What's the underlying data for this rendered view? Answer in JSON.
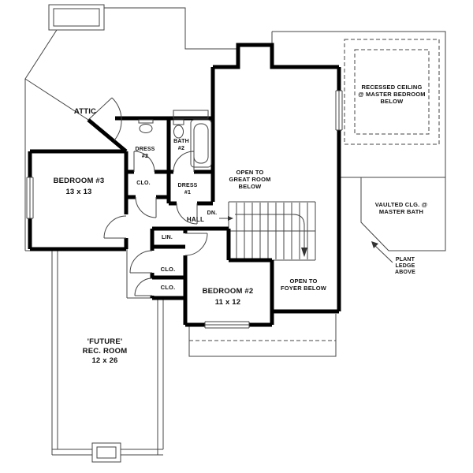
{
  "plan": {
    "attic": "ATTIC",
    "bedroom3": {
      "name": "BEDROOM #3",
      "dims": "13 x 13"
    },
    "bedroom2": {
      "name": "BEDROOM #2",
      "dims": "11 x 12"
    },
    "rec_room": {
      "line1": "'FUTURE'",
      "line2": "REC. ROOM",
      "line3": "12 x 26"
    },
    "bath2": {
      "line1": "BATH",
      "line2": "#2"
    },
    "dress2": {
      "line1": "DRESS",
      "line2": "#2"
    },
    "dress1": {
      "line1": "DRESS",
      "line2": "#1"
    },
    "hall": "HALL",
    "dn": "DN.",
    "lin": "LIN.",
    "clo_top": "CLO.",
    "clo_mid": "CLO.",
    "clo_low": "CLO.",
    "open_great": {
      "line1": "OPEN TO",
      "line2": "GREAT ROOM",
      "line3": "BELOW"
    },
    "open_foyer": {
      "line1": "OPEN TO",
      "line2": "FOYER BELOW"
    },
    "recessed": {
      "line1": "RECESSED CEILING",
      "line2": "@ MASTER BEDROOM",
      "line3": "BELOW"
    },
    "vaulted": {
      "line1": "VAULTED CLG. @",
      "line2": "MASTER BATH"
    },
    "plant": {
      "line1": "PLANT",
      "line2": "LEDGE",
      "line3": "ABOVE"
    }
  },
  "colors": {
    "wall": "#000000",
    "thin_line": "#444444",
    "paper": "#ffffff"
  }
}
